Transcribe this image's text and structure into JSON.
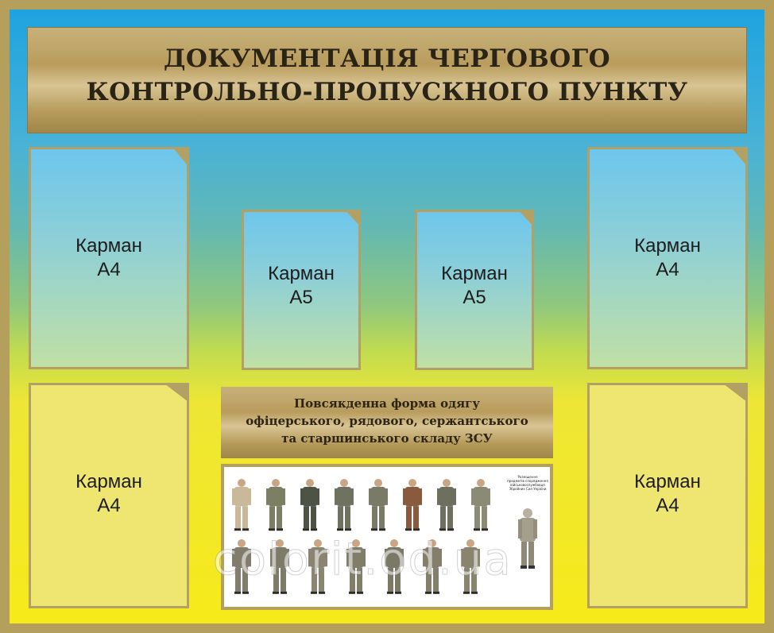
{
  "title": {
    "line1": "ДОКУМЕНТАЦІЯ ЧЕРГОВОГО",
    "line2": "КОНТРОЛЬНО-ПРОПУСКНОГО ПУНКТУ"
  },
  "pockets": [
    {
      "label1": "Карман",
      "label2": "А4"
    },
    {
      "label1": "Карман",
      "label2": "А5"
    },
    {
      "label1": "Карман",
      "label2": "А5"
    },
    {
      "label1": "Карман",
      "label2": "А4"
    },
    {
      "label1": "Карман",
      "label2": "А4"
    },
    {
      "label1": "Карман",
      "label2": "А4"
    }
  ],
  "uniform": {
    "line1": "Повсякденна форма одягу",
    "line2": "офіцерського, рядового, сержантського",
    "line3": "та старшинського складу ЗСУ"
  },
  "watermark": "colorit.od.ua",
  "colors": {
    "frame_gold": "#b59f5c",
    "sky_blue": "#1ea3e0",
    "flag_yellow": "#f6ea1a"
  }
}
